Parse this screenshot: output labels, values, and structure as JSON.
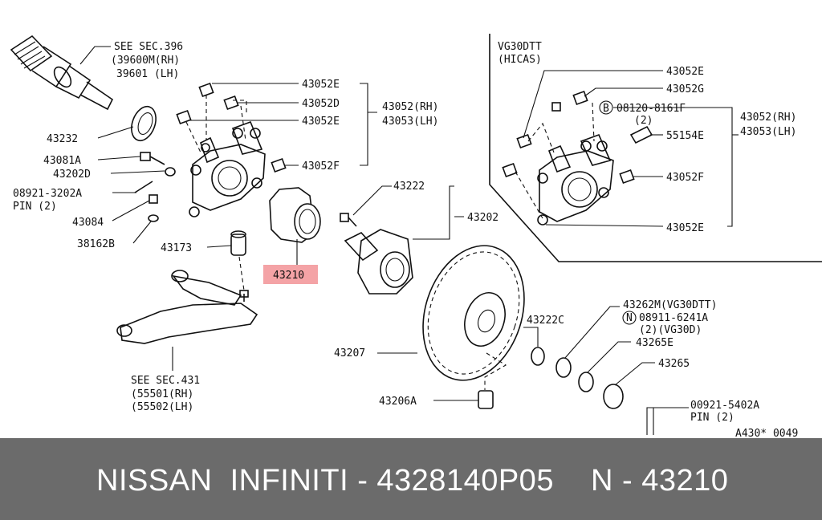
{
  "labels": {
    "see_sec_396": "SEE SEC.396",
    "p39600m": "(39600M(RH)",
    "p39601": "39601 (LH)",
    "p43232": "43232",
    "p43081a": "43081A",
    "p43202d": "43202D",
    "p08921_3202a": "08921-3202A",
    "pin2_left": "PIN (2)",
    "p43084": "43084",
    "p38162b": "38162B",
    "p43173": "43173",
    "p43210": "43210",
    "see_sec_431": "SEE SEC.431",
    "p55501": "(55501(RH)",
    "p55502": "(55502(LH)",
    "p43052e_1": "43052E",
    "p43052d": "43052D",
    "p43052e_2": "43052E",
    "p43052f": "43052F",
    "p43052_rh": "43052(RH)",
    "p43053_lh": "43053(LH)",
    "p43222": "43222",
    "p43202": "43202",
    "p43207": "43207",
    "p43206a": "43206A",
    "p43222c": "43222C",
    "p43262m": "43262M(VG30DTT)",
    "n_symbol": "N",
    "p08911_6241a": "08911-6241A",
    "p2_vg30d": "(2)(VG30D)",
    "p43265e": "43265E",
    "p43265": "43265",
    "p00921_5402a": "00921-5402A",
    "pin2_right": "PIN (2)",
    "diagram_code": "A430* 0049",
    "vg30dtt": "VG30DTT",
    "hicas": "(HICAS)",
    "r_43052e_top": "43052E",
    "r_43052g": "43052G",
    "b_symbol": "B",
    "r_08120": "08120-8161F",
    "r_2": "(2)",
    "r_55154e": "55154E",
    "r_43052f": "43052F",
    "r_43052e_bottom": "43052E",
    "r_43052_rh": "43052(RH)",
    "r_43053_lh": "43053(LH)"
  },
  "banner": {
    "left_text": "NISSAN  INFINITI - 4328140P05",
    "right_text": "N - 43210"
  },
  "colors": {
    "banner_bg": "#6b6b6b",
    "highlight": "#f4a3a6",
    "line": "#111111"
  }
}
